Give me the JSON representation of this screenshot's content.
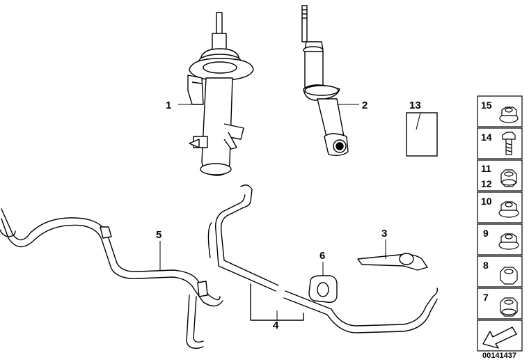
{
  "callouts": {
    "c1": "1",
    "c2": "2",
    "c3": "3",
    "c4": "4",
    "c5": "5",
    "c6": "6",
    "c13": "13"
  },
  "legend": [
    {
      "num": "15",
      "icon": "flange-nut-icon"
    },
    {
      "num": "14",
      "icon": "hex-bolt-icon"
    },
    {
      "num": "11",
      "num2": "12",
      "icon": "lock-nut-icon"
    },
    {
      "num": "10",
      "icon": "flange-nut-icon"
    },
    {
      "num": "9",
      "icon": "flange-nut-icon"
    },
    {
      "num": "8",
      "icon": "hex-nut-icon"
    },
    {
      "num": "7",
      "icon": "lock-nut-icon"
    }
  ],
  "footer": {
    "doc_id": "00141437"
  },
  "colors": {
    "line": "#000000",
    "fill": "#ffffff",
    "shade": "#d9d9d9"
  }
}
